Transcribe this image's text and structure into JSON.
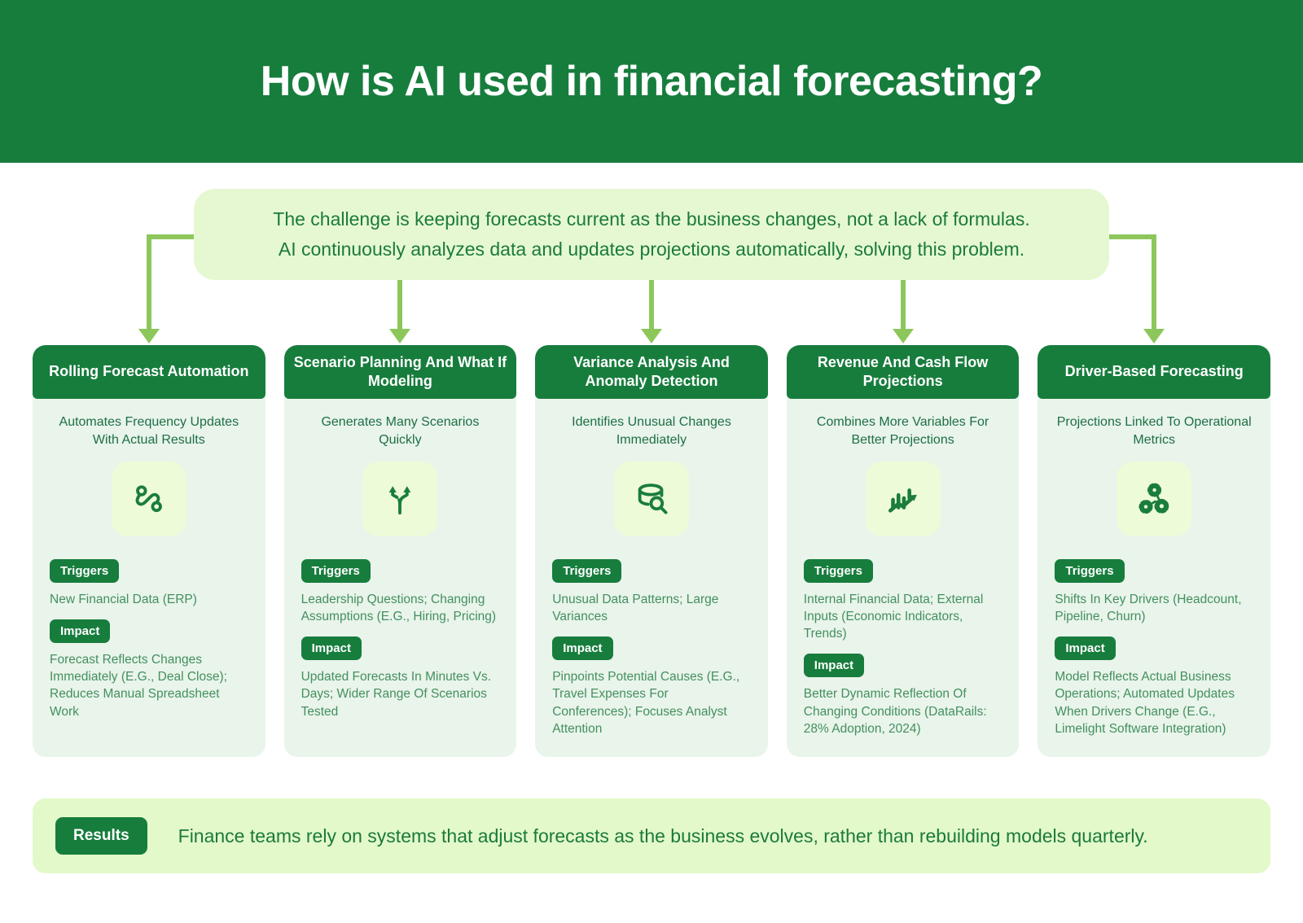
{
  "header": {
    "title": "How is AI used in financial forecasting?"
  },
  "challenge": {
    "line1": "The challenge is keeping forecasts current as the business changes, not a lack of formulas.",
    "line2": "AI continuously analyzes data and updates projections automatically, solving this problem."
  },
  "badges": {
    "triggers": "Triggers",
    "impact": "Impact"
  },
  "columns": [
    {
      "title": "Rolling Forecast Automation",
      "subtitle": "Automates Frequency Updates With Actual Results",
      "icon": "route-icon",
      "triggers": "New Financial Data (ERP)",
      "impact": "Forecast Reflects Changes Immediately (E.G., Deal Close); Reduces Manual Spreadsheet Work"
    },
    {
      "title": "Scenario Planning And What If Modeling",
      "subtitle": "Generates Many Scenarios Quickly",
      "icon": "fork-arrows-icon",
      "triggers": "Leadership Questions; Changing Assumptions (E.G., Hiring, Pricing)",
      "impact": "Updated Forecasts In Minutes Vs. Days; Wider Range Of Scenarios Tested"
    },
    {
      "title": "Variance Analysis And Anomaly Detection",
      "subtitle": "Identifies Unusual Changes Immediately",
      "icon": "database-search-icon",
      "triggers": "Unusual Data Patterns; Large Variances",
      "impact": "Pinpoints Potential Causes (E.G., Travel Expenses For Conferences); Focuses Analyst Attention"
    },
    {
      "title": "Revenue And Cash Flow Projections",
      "subtitle": "Combines More Variables For Better Projections",
      "icon": "chart-trend-icon",
      "triggers": "Internal Financial Data; External Inputs (Economic Indicators, Trends)",
      "impact": "Better Dynamic Reflection Of Changing Conditions (DataRails: 28% Adoption, 2024)"
    },
    {
      "title": "Driver-Based Forecasting",
      "subtitle": "Projections Linked To Operational Metrics",
      "icon": "gears-network-icon",
      "triggers": "Shifts In Key Drivers (Headcount, Pipeline, Churn)",
      "impact": "Model Reflects Actual Business Operations; Automated Updates When Drivers Change (E.G., Limelight Software Integration)"
    }
  ],
  "results": {
    "label": "Results",
    "text": "Finance teams rely on systems that adjust forecasts as the business evolves, rather than rebuilding models quarterly."
  },
  "colors": {
    "brand_green": "#177d3d",
    "connector_green": "#8dc75b",
    "callout_bg": "#e6f8d2",
    "card_bg": "#e9f4eb",
    "icon_tile_bg": "#eefbd8",
    "results_bg": "#e3f9c9",
    "body_text_green": "#43905e",
    "dark_text_green": "#1b7a3c"
  }
}
